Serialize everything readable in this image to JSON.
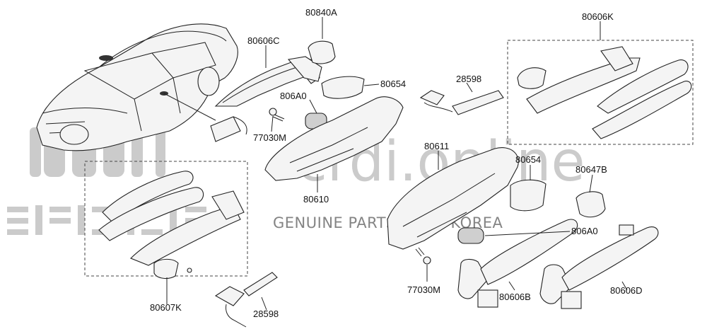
{
  "diagram": {
    "part_numbers": [
      "80840A",
      "80606C",
      "80606K",
      "80654",
      "806A0",
      "28598",
      "77030M",
      "80611",
      "80654",
      "80647B",
      "80610",
      "806A0",
      "77030M",
      "80606B",
      "80606D",
      "80607K",
      "28598"
    ]
  },
  "watermark": {
    "brand": "crdi.online",
    "tagline": "GENUINE PARTS FROM KOREA"
  }
}
